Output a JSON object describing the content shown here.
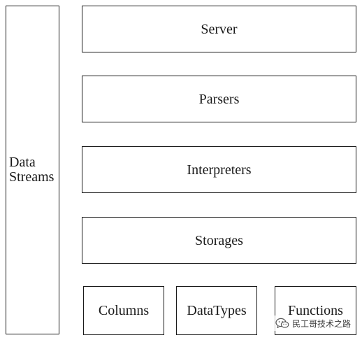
{
  "diagram": {
    "data_streams_label": "Data\nStreams",
    "layers": {
      "server": "Server",
      "parsers": "Parsers",
      "interpreters": "Interpreters",
      "storages": "Storages"
    },
    "bottom_row": {
      "columns": "Columns",
      "datatypes": "DataTypes",
      "functions": "Functions"
    }
  },
  "watermark": {
    "text": "民工哥技术之路",
    "icon": "wechat-icon"
  }
}
